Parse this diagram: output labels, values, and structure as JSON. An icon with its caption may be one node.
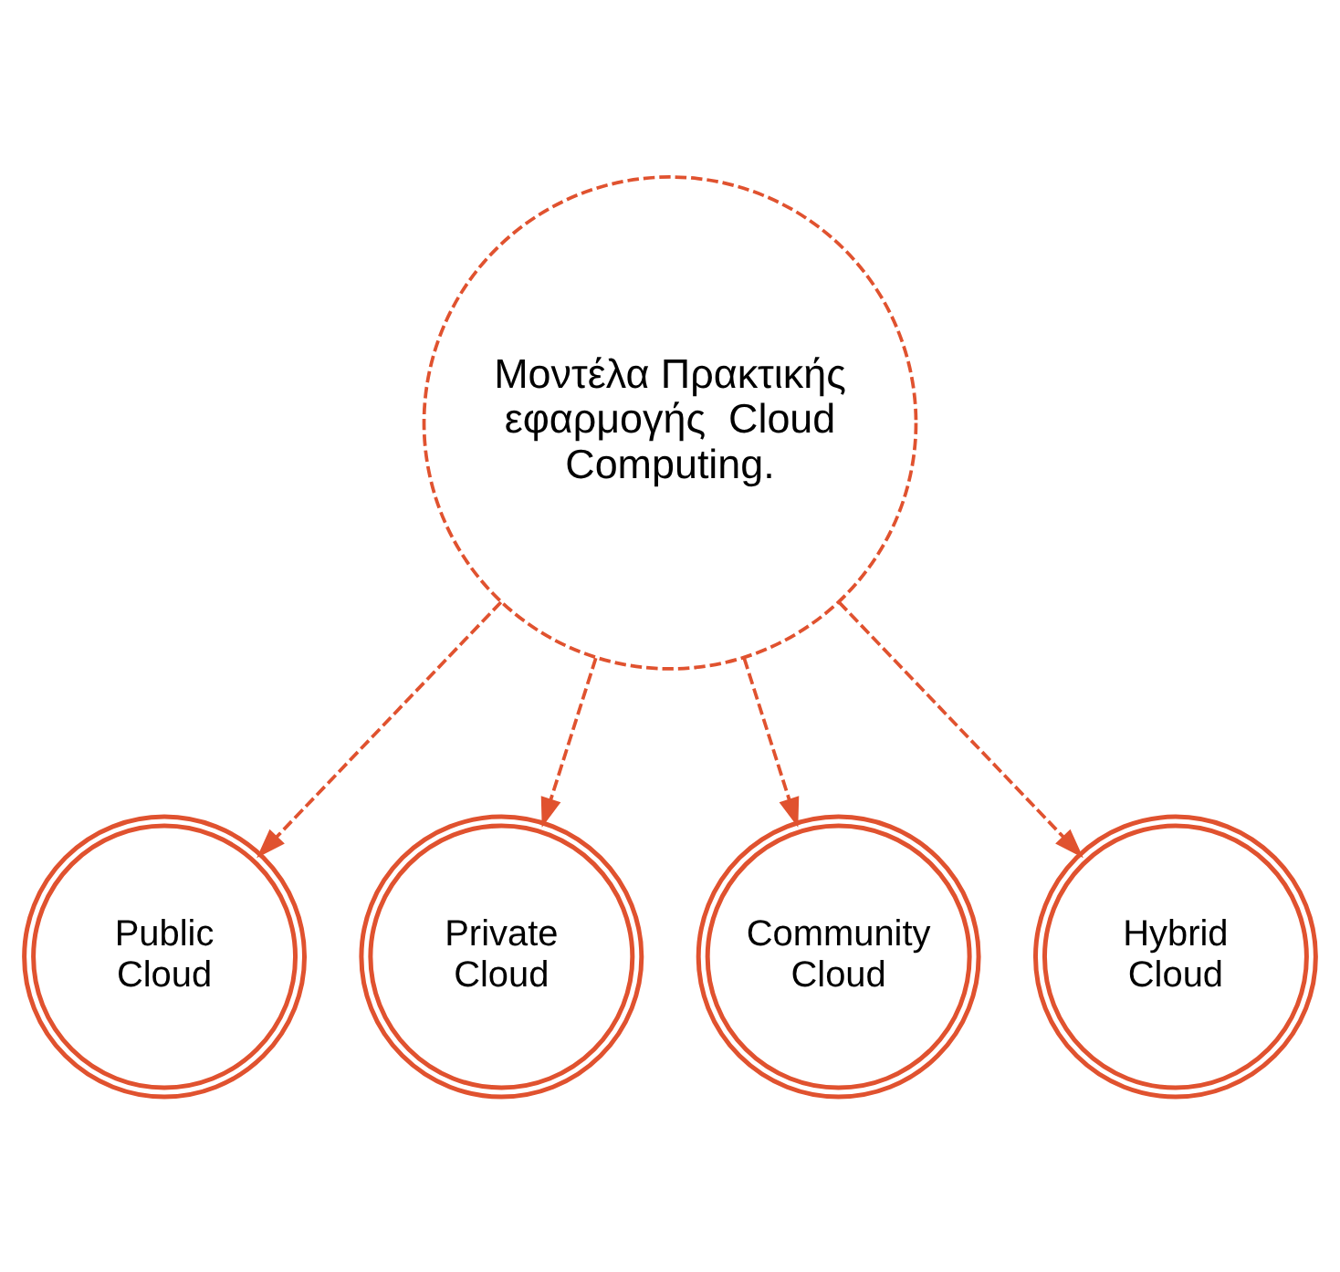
{
  "diagram": {
    "nodes": [
      {
        "text": [
          "Μοντέλα Πρακτικής εφαρμογής  Cloud Computing."
        ]
      },
      {
        "text": [
          "Public Cloud"
        ]
      },
      {
        "text": [
          "Private Cloud"
        ]
      },
      {
        "text": [
          "Community Cloud"
        ]
      },
      {
        "text": [
          "Hybrid Cloud"
        ]
      }
    ],
    "edges": [
      {
        "from": 0,
        "to": 1,
        "arrow": "to",
        "style": "dashed"
      },
      {
        "from": 0,
        "to": 2,
        "arrow": "to",
        "style": "dashed"
      },
      {
        "from": 0,
        "to": 3,
        "arrow": "to",
        "style": "dashed"
      },
      {
        "from": 0,
        "to": 4,
        "arrow": "to",
        "style": "dashed"
      }
    ]
  }
}
